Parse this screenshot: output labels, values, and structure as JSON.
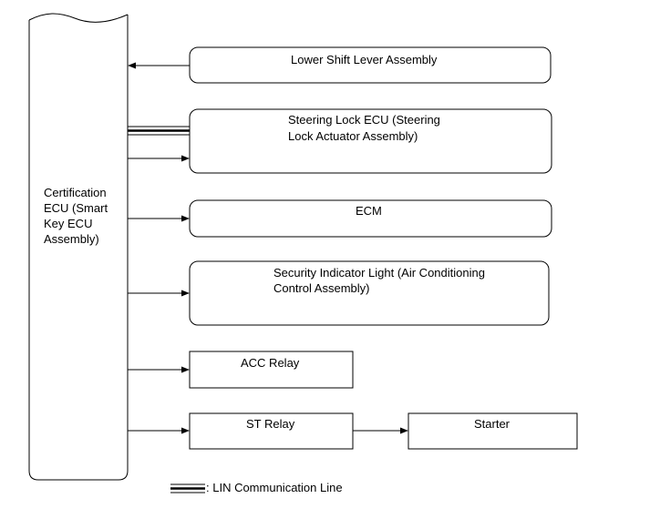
{
  "ecu": {
    "lines": [
      "Certification",
      "ECU (Smart",
      "Key ECU",
      "Assembly)"
    ]
  },
  "components": [
    {
      "id": "shift",
      "lines": [
        "Lower Shift Lever Assembly"
      ]
    },
    {
      "id": "steer",
      "lines": [
        "Steering Lock ECU (Steering",
        "Lock Actuator Assembly)"
      ]
    },
    {
      "id": "ecm",
      "lines": [
        "ECM"
      ]
    },
    {
      "id": "security",
      "lines": [
        "Security Indicator Light (Air Conditioning",
        "Control Assembly)"
      ]
    },
    {
      "id": "acc",
      "lines": [
        "ACC Relay"
      ]
    },
    {
      "id": "st",
      "lines": [
        "ST Relay"
      ]
    },
    {
      "id": "starter",
      "lines": [
        "Starter"
      ]
    }
  ],
  "connections": [
    {
      "from": "shift",
      "to": "ecu",
      "type": "arrow"
    },
    {
      "from": "ecu",
      "to": "steer",
      "type": "lin"
    },
    {
      "from": "ecu",
      "to": "steer",
      "type": "arrow"
    },
    {
      "from": "ecu",
      "to": "ecm",
      "type": "arrow"
    },
    {
      "from": "ecu",
      "to": "security",
      "type": "arrow"
    },
    {
      "from": "ecu",
      "to": "acc",
      "type": "arrow"
    },
    {
      "from": "ecu",
      "to": "st",
      "type": "arrow"
    },
    {
      "from": "st",
      "to": "starter",
      "type": "arrow"
    }
  ],
  "legend": {
    "label": ": LIN Communication Line"
  }
}
